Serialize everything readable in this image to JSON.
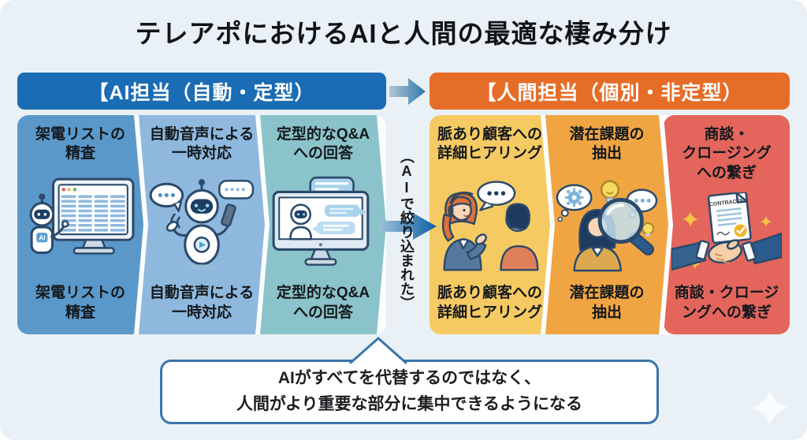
{
  "title": "テレアポにおけるAIと人間の最適な棲み分け",
  "headers": {
    "ai_label": "【AI担当（自動・定型）",
    "human_label": "【人間担当（個別・非定型）"
  },
  "middle": {
    "open": "（",
    "ai": "AI",
    "rest": "で絞り込まれた）"
  },
  "columns": [
    {
      "id": "call-list-screening",
      "color": "#5b98ca",
      "icon": "robot-monitor-list-icon",
      "top_lines": [
        "架電リストの",
        "精査"
      ],
      "bottom_lines": [
        "架電リストの",
        "精査"
      ]
    },
    {
      "id": "auto-voice-response",
      "color": "#8fb8de",
      "icon": "robot-voice-phone-icon",
      "top_lines": [
        "自動音声による",
        "一時対応"
      ],
      "bottom_lines": [
        "自動音声による",
        "一時対応"
      ]
    },
    {
      "id": "standard-qa-answers",
      "color": "#8ac3c9",
      "icon": "monitor-chat-robot-icon",
      "top_lines": [
        "定型的なQ&A",
        "への回答"
      ],
      "bottom_lines": [
        "定型的なQ&A",
        "への回答"
      ]
    },
    {
      "id": "detailed-hearing",
      "color": "#f5ca62",
      "icon": "agent-customer-talk-icon",
      "top_lines": [
        "脈あり顧客への",
        "詳細ヒアリング"
      ],
      "bottom_lines": [
        "脈あり顧客への",
        "詳細ヒアリング"
      ]
    },
    {
      "id": "latent-issue-extraction",
      "color": "#f0a542",
      "icon": "magnifier-insight-icon",
      "top_lines": [
        "潜在課題の",
        "抽出"
      ],
      "bottom_lines": [
        "潜在課題の",
        "抽出"
      ]
    },
    {
      "id": "negotiation-closing",
      "color": "#e3655c",
      "icon": "contract-handshake-icon",
      "top_lines": [
        "商談・",
        "クロージング",
        "への繋ぎ"
      ],
      "bottom_lines": [
        "商談・クロージ",
        "ングへの繋ぎ"
      ]
    }
  ],
  "callout": {
    "lines": [
      "AIがすべてを代替するのではなく、",
      "人間がより重要な部分に集中できるようになる"
    ]
  },
  "colors": {
    "background": "#e9f1f6",
    "header_ai": "#1a6cb4",
    "header_human": "#e66d28",
    "callout_border": "#3a75ad",
    "arrow_light": "#9cc0db",
    "arrow_dark": "#0f5fa4",
    "sparkle": "#ffffff"
  }
}
